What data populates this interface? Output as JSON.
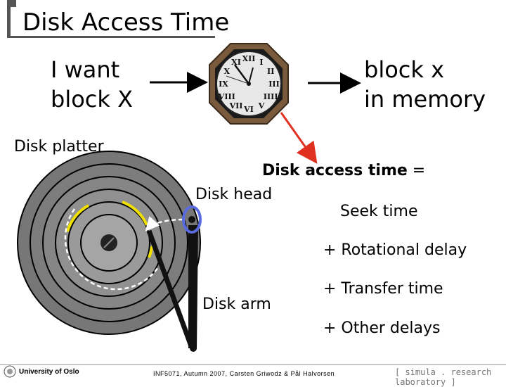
{
  "title": "Disk Access Time",
  "request_text": "I want\nblock X",
  "result_text": "block x\nin memory",
  "labels": {
    "platter": "Disk platter",
    "head": "Disk head",
    "arm": "Disk arm"
  },
  "formula": {
    "heading": "Disk access time",
    "equals": "=",
    "terms": [
      "Seek time",
      "+ Rotational delay",
      "+ Transfer time",
      "+ Other delays"
    ]
  },
  "clock_numerals": [
    "XII",
    "I",
    "II",
    "III",
    "IIII",
    "V",
    "VI",
    "VII",
    "VIII",
    "IX",
    "X",
    "XI"
  ],
  "footer": {
    "university": "University of Oslo",
    "course": "INF5071, Autumn 2007, Carsten Griwodz & Pål Halvorsen",
    "lab": "[ simula . research laboratory ]"
  },
  "colors": {
    "track_highlight": "#f0e000",
    "head_circle": "#5a6adf",
    "pointer_arrow": "#e03020",
    "clock_frame": "#7a5a3c"
  }
}
